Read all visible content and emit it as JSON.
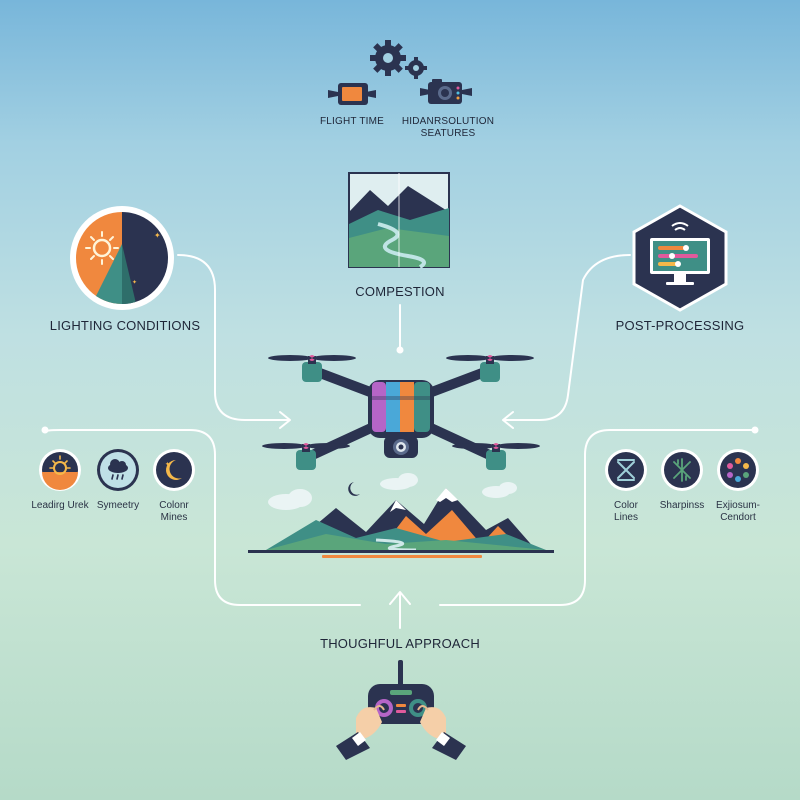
{
  "top": {
    "flight_time": "FLIGHT TIME",
    "hires_line1": "HIDANRSOLUTION",
    "hires_line2": "SEATURES"
  },
  "composition": {
    "label": "COMPESTION"
  },
  "lighting": {
    "label": "LIGHTING CONDITIONS"
  },
  "post": {
    "label": "POST-PROCESSING"
  },
  "approach": {
    "label": "THOUGHFUL APPROACH"
  },
  "left_icons": [
    {
      "label": "Leadirg Urek",
      "icon": "sun-icon"
    },
    {
      "label": "Symeetry",
      "icon": "cloud-rain-icon"
    },
    {
      "label_line1": "Colonr",
      "label_line2": "Mines",
      "icon": "moon-icon"
    }
  ],
  "right_icons": [
    {
      "label_line1": "Color",
      "label_line2": "Lines",
      "icon": "cross-lines-icon"
    },
    {
      "label": "Sharpinss",
      "icon": "sharpness-icon"
    },
    {
      "label_line1": "Exjiosum-",
      "label_line2": "Cendort",
      "icon": "color-wheel-icon"
    }
  ],
  "colors": {
    "navy": "#2b3350",
    "orange": "#f0883e",
    "teal": "#3f8f86",
    "green": "#5aa57b",
    "connector": "#ffffff"
  }
}
